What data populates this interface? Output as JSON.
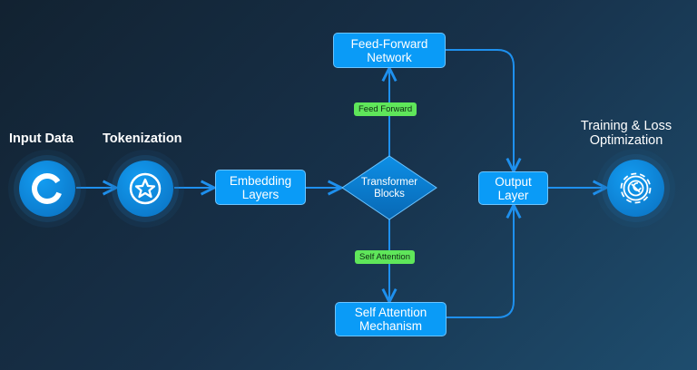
{
  "nodes": {
    "input_data": {
      "label": "Input Data",
      "icon": "ring-icon"
    },
    "tokenization": {
      "label": "Tokenization",
      "icon": "star-icon"
    },
    "embedding": {
      "line1": "Embedding",
      "line2": "Layers"
    },
    "transformer": {
      "line1": "Transformer",
      "line2": "Blocks"
    },
    "feed_forward": {
      "line1": "Feed-Forward",
      "line2": "Network"
    },
    "self_attention": {
      "line1": "Self Attention",
      "line2": "Mechanism"
    },
    "output": {
      "line1": "Output",
      "line2": "Layer"
    },
    "training": {
      "line1": "Training & Loss",
      "line2": "Optimization",
      "icon": "gear-wrench-icon"
    }
  },
  "edge_labels": {
    "feed_forward": "Feed Forward",
    "self_attention": "Self Attention"
  },
  "colors": {
    "node": "#0a9bf7",
    "wire": "#1e90ee",
    "tag": "#5fe65a"
  }
}
